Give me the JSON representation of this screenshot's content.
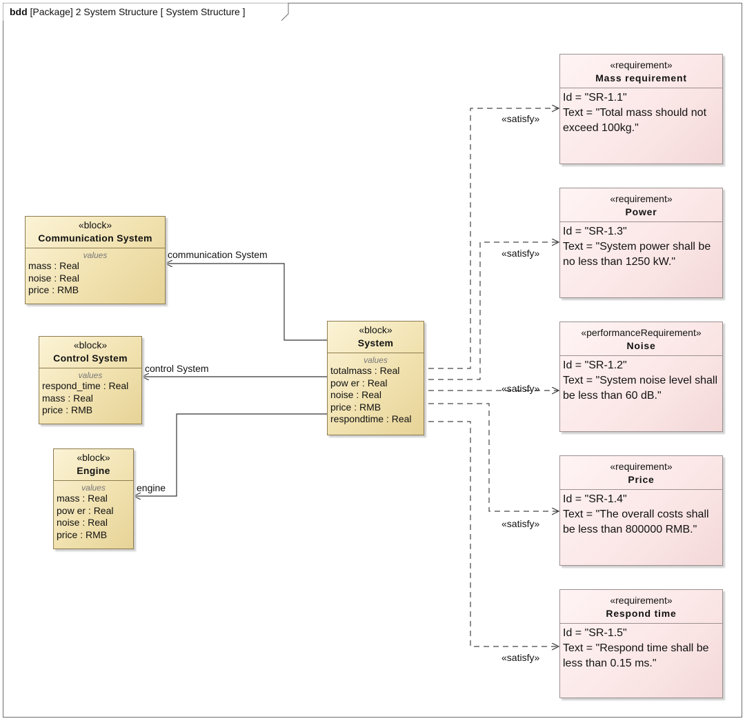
{
  "frame": {
    "kind": "bdd",
    "title": "[Package] 2 System Structure [ System Structure ]"
  },
  "blocks": {
    "communication": {
      "stereotype": "«block»",
      "name": "Communication System",
      "section": "values",
      "props": [
        "mass : Real",
        "noise : Real",
        "price : RMB"
      ]
    },
    "control": {
      "stereotype": "«block»",
      "name": "Control System",
      "section": "values",
      "props": [
        "respond_time : Real",
        "mass : Real",
        "price : RMB"
      ]
    },
    "engine": {
      "stereotype": "«block»",
      "name": "Engine",
      "section": "values",
      "props": [
        "mass : Real",
        "pow er : Real",
        "noise : Real",
        "price : RMB"
      ]
    },
    "system": {
      "stereotype": "«block»",
      "name": "System",
      "section": "values",
      "props": [
        "totalmass : Real",
        "pow er : Real",
        "noise : Real",
        "price : RMB",
        "respondtime : Real"
      ]
    }
  },
  "associations": {
    "communication": "communication System",
    "control": "control System",
    "engine": "engine"
  },
  "satisfy_label": "«satisfy»",
  "requirements": [
    {
      "stereotype": "«requirement»",
      "name": "Mass requirement",
      "id": "Id = \"SR-1.1\"",
      "text": "Text = \"Total mass should not exceed 100kg.\""
    },
    {
      "stereotype": "«requirement»",
      "name": "Power",
      "id": "Id = \"SR-1.3\"",
      "text": "Text = \"System power shall be no less than 1250 kW.\""
    },
    {
      "stereotype": "«performanceRequirement»",
      "name": "Noise",
      "id": "Id = \"SR-1.2\"",
      "text": "Text = \"System noise level shall be less than 60 dB.\""
    },
    {
      "stereotype": "«requirement»",
      "name": "Price",
      "id": "Id = \"SR-1.4\"",
      "text": "Text = \"The overall costs shall be less than 800000 RMB.\""
    },
    {
      "stereotype": "«requirement»",
      "name": "Respond time",
      "id": "Id = \"SR-1.5\"",
      "text": "Text = \"Respond time shall be less than 0.15 ms.\""
    }
  ]
}
